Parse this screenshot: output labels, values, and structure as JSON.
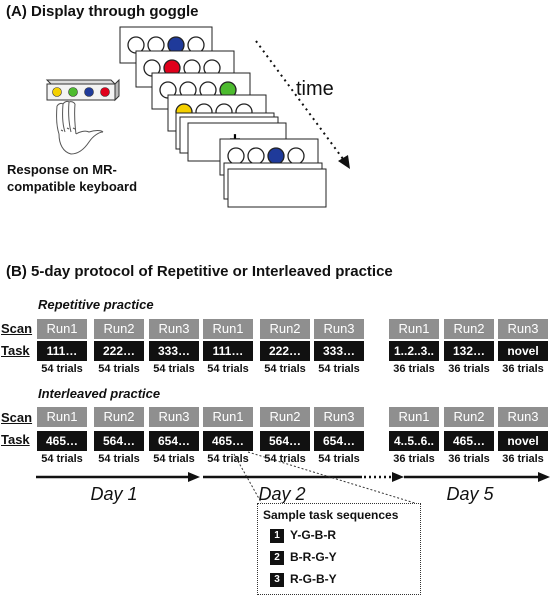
{
  "panel_a": {
    "title": "(A) Display through goggle",
    "response_caption_line1": "Response on MR-",
    "response_caption_line2": "compatible keyboard",
    "time_label": "time",
    "fixation": "+"
  },
  "panel_b": {
    "title": "(B) 5-day protocol of Repetitive or Interleaved practice",
    "repetitive_label": "Repetitive practice",
    "interleaved_label": "Interleaved practice",
    "scan_label": "Scan",
    "task_label": "Task",
    "repetitive": {
      "runs": [
        "Run1",
        "Run2",
        "Run3",
        "Run1",
        "Run2",
        "Run3",
        "Run1",
        "Run2",
        "Run3"
      ],
      "tasks": [
        "111…",
        "222…",
        "333…",
        "111…",
        "222…",
        "333…",
        "1..2..3..",
        "132…",
        "novel"
      ],
      "trials": [
        "54 trials",
        "54 trials",
        "54 trials",
        "54 trials",
        "54 trials",
        "54 trials",
        "36 trials",
        "36 trials",
        "36 trials"
      ]
    },
    "interleaved": {
      "runs": [
        "Run1",
        "Run2",
        "Run3",
        "Run1",
        "Run2",
        "Run3",
        "Run1",
        "Run2",
        "Run3"
      ],
      "tasks": [
        "465…",
        "564…",
        "654…",
        "465…",
        "564…",
        "654…",
        "4..5..6..",
        "465…",
        "novel"
      ],
      "trials": [
        "54 trials",
        "54 trials",
        "54 trials",
        "54 trials",
        "54 trials",
        "54 trials",
        "36 trials",
        "36 trials",
        "36 trials"
      ]
    },
    "days": [
      "Day 1",
      "Day 2",
      "Day 5"
    ],
    "sample": {
      "title": "Sample task sequences",
      "rows": [
        {
          "num": "1",
          "seq": "Y-G-B-R"
        },
        {
          "num": "2",
          "seq": "B-R-G-Y"
        },
        {
          "num": "3",
          "seq": "R-G-B-Y"
        }
      ]
    }
  },
  "colors": {
    "yellow": "#f4d000",
    "red": "#e0001b",
    "blue": "#1f3a9a",
    "green": "#4dbb2f",
    "run_gray": "#8f8f8f",
    "task_black": "#111111"
  }
}
